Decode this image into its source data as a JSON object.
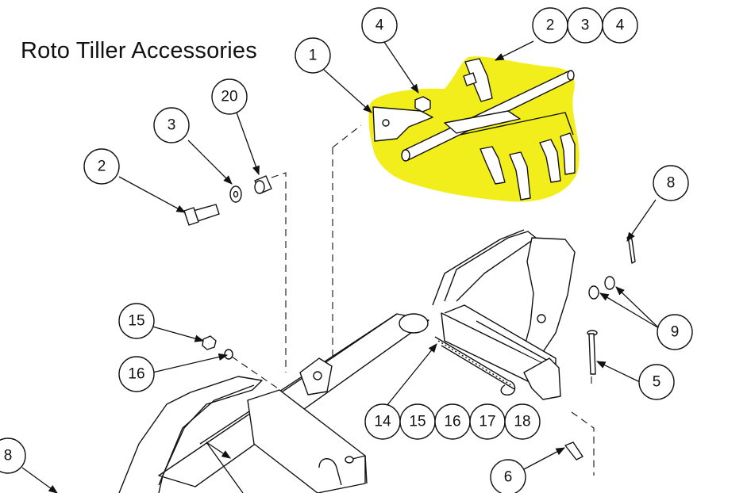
{
  "title": "Roto Tiller Accessories",
  "highlight_color": "#f2ee1c",
  "callouts": [
    {
      "id": "c1",
      "label": "1"
    },
    {
      "id": "c4a",
      "label": "4"
    },
    {
      "id": "c2a",
      "label": "2"
    },
    {
      "id": "c3a",
      "label": "3"
    },
    {
      "id": "c4b",
      "label": "4"
    },
    {
      "id": "c20",
      "label": "20"
    },
    {
      "id": "c3b",
      "label": "3"
    },
    {
      "id": "c2b",
      "label": "2"
    },
    {
      "id": "c8a",
      "label": "8"
    },
    {
      "id": "c9",
      "label": "9"
    },
    {
      "id": "c15a",
      "label": "15"
    },
    {
      "id": "c16a",
      "label": "16"
    },
    {
      "id": "c5",
      "label": "5"
    },
    {
      "id": "c14",
      "label": "14"
    },
    {
      "id": "c15b",
      "label": "15"
    },
    {
      "id": "c16b",
      "label": "16"
    },
    {
      "id": "c17",
      "label": "17"
    },
    {
      "id": "c18",
      "label": "18"
    },
    {
      "id": "c8b",
      "label": "8"
    },
    {
      "id": "c6",
      "label": "6"
    }
  ]
}
